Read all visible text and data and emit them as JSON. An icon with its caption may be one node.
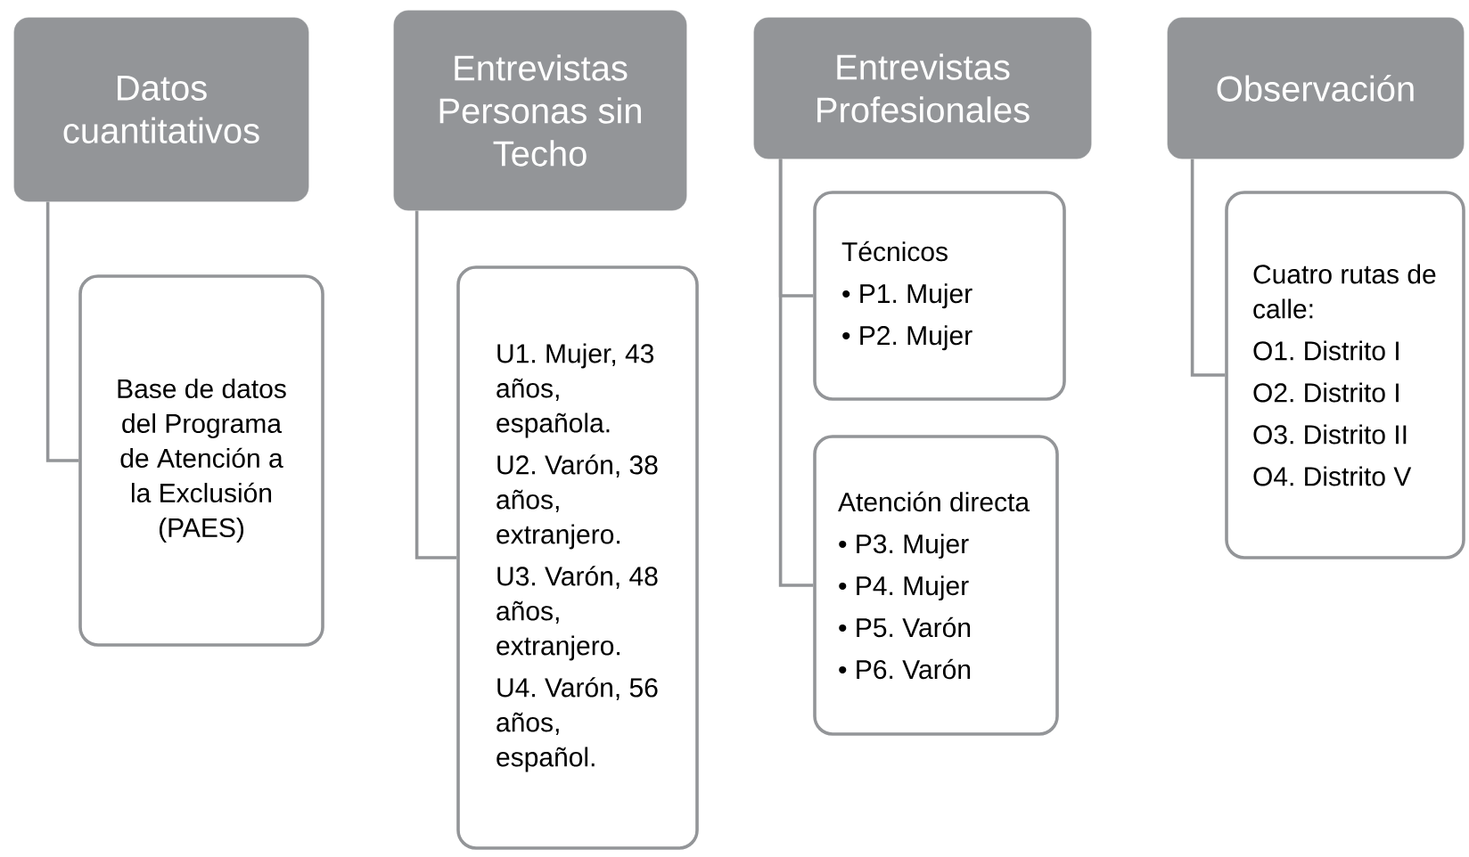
{
  "diagram": {
    "nodes": [
      {
        "text": [
          "Datos cuantitativos"
        ]
      },
      {
        "text": [
          "Base de datos del Programa de Atención a la Exclusión (PAES)"
        ]
      },
      {
        "text": [
          "Entrevistas Personas sin Techo"
        ]
      },
      {
        "text": [
          "U1. Mujer, 43 años, española.",
          "U2. Varón, 38 años, extranjero.",
          "U3. Varón, 48 años, extranjero.",
          "U4. Varón, 56 años, español."
        ]
      },
      {
        "text": [
          "Entrevistas Profesionales"
        ]
      },
      {
        "text": [
          "Técnicos",
          "• P1. Mujer",
          "• P2. Mujer"
        ]
      },
      {
        "text": [
          "Atención directa",
          "• P3. Mujer",
          "• P4. Mujer",
          "• P5. Varón",
          "• P6. Varón"
        ]
      },
      {
        "text": [
          "Observación"
        ]
      },
      {
        "text": [
          "Cuatro rutas de calle:",
          "O1. Distrito I",
          "O2. Distrito I",
          "O3. Distrito II",
          "O4. Distrito V"
        ]
      }
    ],
    "edges": [
      {
        "from": 0,
        "to": 1,
        "arrow": "none"
      },
      {
        "from": 2,
        "to": 3,
        "arrow": "none"
      },
      {
        "from": 4,
        "to": 5,
        "arrow": "none"
      },
      {
        "from": 4,
        "to": 6,
        "arrow": "none"
      },
      {
        "from": 7,
        "to": 8,
        "arrow": "none"
      }
    ]
  }
}
